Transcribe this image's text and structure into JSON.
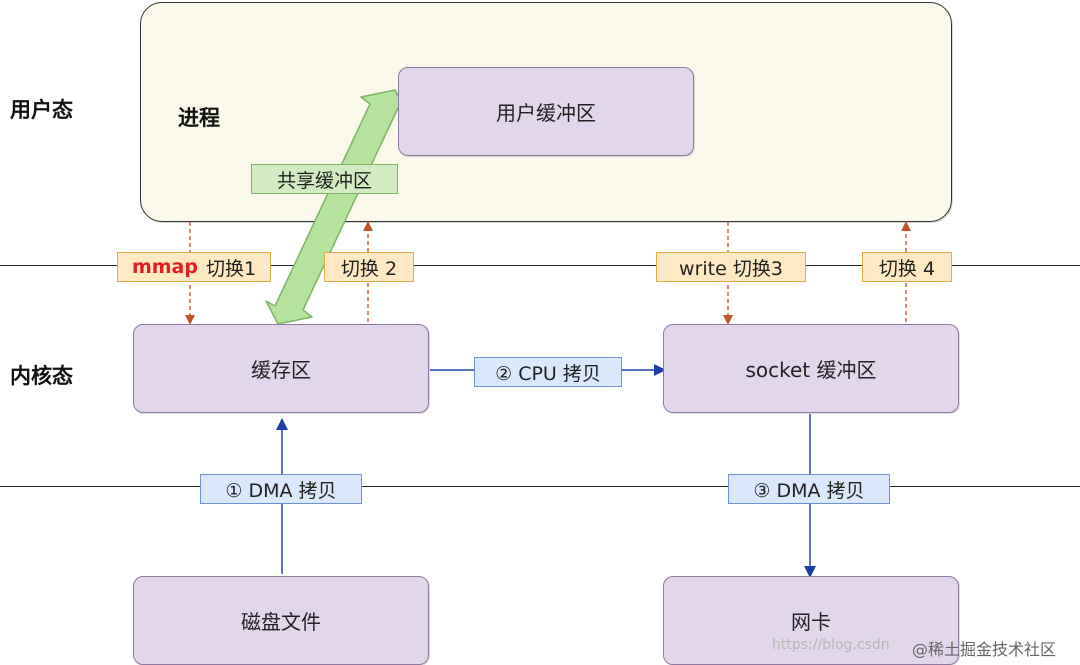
{
  "layers": {
    "user": "用户态",
    "kernel": "内核态"
  },
  "process": {
    "label": "进程"
  },
  "boxes": {
    "user_buffer": "用户缓冲区",
    "cache": "缓存区",
    "socket_buffer": "socket 缓冲区",
    "disk_file": "磁盘文件",
    "nic": "网卡"
  },
  "tags": {
    "shared_buffer": "共享缓冲区",
    "mmap_keyword": "mmap",
    "switch1": "切换1",
    "switch2": "切换 2",
    "switch3": "write 切换3",
    "switch4": "切换 4",
    "cpu_copy": "② CPU 拷贝",
    "dma_copy_1": "① DMA 拷贝",
    "dma_copy_3": "③ DMA 拷贝"
  },
  "watermark": {
    "url": "https://blog.csdn",
    "community": "@稀土掘金技术社区"
  },
  "colors": {
    "process_bg": "#f9f8ea",
    "box_bg": "#e2d6ea",
    "switch_tag_bg": "#ffe8c4",
    "copy_tag_bg": "#dbe8fb",
    "shared_tag_bg": "#d3ebc3",
    "mmap_highlight": "#e02020",
    "switch_arrow": "#c0532a",
    "copy_arrow": "#1f3fa8",
    "shared_arrow": "#a7d98e"
  }
}
